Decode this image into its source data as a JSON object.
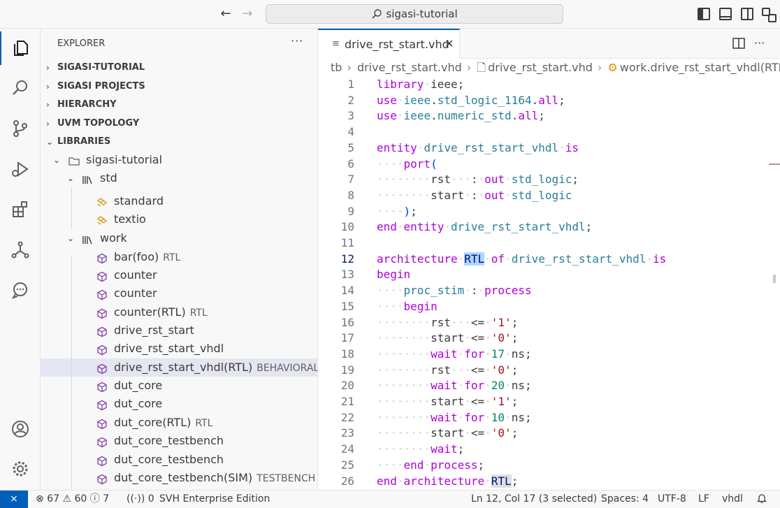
{
  "titlebar": {
    "search_text": "sigasi-tutorial",
    "back_glyph": "←",
    "forward_glyph": "→"
  },
  "activity": {
    "items": [
      "explorer-icon",
      "search-icon",
      "source-control-icon",
      "run-debug-icon",
      "extensions-icon",
      "sigasi-hierarchy-icon",
      "chat-icon"
    ],
    "bottom": [
      "account-icon",
      "settings-icon"
    ]
  },
  "explorer": {
    "title": "EXPLORER",
    "more": "···",
    "sections": [
      "SIGASI-TUTORIAL",
      "SIGASI PROJECTS",
      "HIERARCHY",
      "UVM TOPOLOGY",
      "LIBRARIES"
    ],
    "tree": [
      {
        "label": "sigasi-tutorial",
        "desc": "",
        "icon": "folder-icon",
        "chevron": "⌄"
      },
      {
        "label": "std",
        "desc": "",
        "icon": "library-icon",
        "chevron": "⌄"
      },
      {
        "label": "standard",
        "desc": "",
        "icon": "package-icon",
        "chevron": ""
      },
      {
        "label": "textio",
        "desc": "",
        "icon": "package-icon",
        "chevron": ""
      },
      {
        "label": "work",
        "desc": "",
        "icon": "library-icon",
        "chevron": "⌄"
      },
      {
        "label": "bar(foo)",
        "desc": "RTL",
        "icon": "entity-icon",
        "chevron": ""
      },
      {
        "label": "counter",
        "desc": "",
        "icon": "entity-icon",
        "chevron": ""
      },
      {
        "label": "counter",
        "desc": "",
        "icon": "entity-icon",
        "chevron": ""
      },
      {
        "label": "counter(RTL)",
        "desc": "RTL",
        "icon": "entity-icon",
        "chevron": ""
      },
      {
        "label": "drive_rst_start",
        "desc": "",
        "icon": "entity-icon",
        "chevron": ""
      },
      {
        "label": "drive_rst_start_vhdl",
        "desc": "",
        "icon": "entity-icon",
        "chevron": ""
      },
      {
        "label": "drive_rst_start_vhdl(RTL)",
        "desc": "BEHAVIORAL",
        "icon": "entity-icon",
        "chevron": ""
      },
      {
        "label": "dut_core",
        "desc": "",
        "icon": "entity-icon",
        "chevron": ""
      },
      {
        "label": "dut_core",
        "desc": "",
        "icon": "entity-icon",
        "chevron": ""
      },
      {
        "label": "dut_core(RTL)",
        "desc": "RTL",
        "icon": "entity-icon",
        "chevron": ""
      },
      {
        "label": "dut_core_testbench",
        "desc": "",
        "icon": "entity-icon",
        "chevron": ""
      },
      {
        "label": "dut_core_testbench",
        "desc": "",
        "icon": "entity-icon",
        "chevron": ""
      },
      {
        "label": "dut_core_testbench(SIM)",
        "desc": "TESTBENCH",
        "icon": "entity-icon",
        "chevron": ""
      }
    ]
  },
  "editor": {
    "tab_label": "drive_rst_start.vhd",
    "tab_close": "✕",
    "breadcrumbs": [
      "tb",
      "drive_rst_start.vhd",
      "drive_rst_start.vhd",
      "work.drive_rst_start_vhdl(RTL)"
    ],
    "current_line": 12,
    "lines": [
      {
        "n": "1",
        "parts": [
          [
            "kw",
            "library"
          ],
          [
            "ws",
            "·"
          ],
          [
            "pl",
            "ieee;"
          ]
        ]
      },
      {
        "n": "2",
        "parts": [
          [
            "kw",
            "use"
          ],
          [
            "ws",
            "·"
          ],
          [
            "id",
            "ieee"
          ],
          [
            "pl",
            "."
          ],
          [
            "id",
            "std_logic_1164"
          ],
          [
            "pl",
            "."
          ],
          [
            "kw",
            "all"
          ],
          [
            "pl",
            ";"
          ]
        ]
      },
      {
        "n": "3",
        "parts": [
          [
            "kw",
            "use"
          ],
          [
            "ws",
            "·"
          ],
          [
            "id",
            "ieee"
          ],
          [
            "pl",
            "."
          ],
          [
            "id",
            "numeric_std"
          ],
          [
            "pl",
            "."
          ],
          [
            "kw",
            "all"
          ],
          [
            "pl",
            ";"
          ]
        ]
      },
      {
        "n": "4",
        "parts": []
      },
      {
        "n": "5",
        "parts": [
          [
            "kw",
            "entity"
          ],
          [
            "ws",
            "·"
          ],
          [
            "id",
            "drive_rst_start_vhdl"
          ],
          [
            "ws",
            "·"
          ],
          [
            "kw",
            "is"
          ]
        ]
      },
      {
        "n": "6",
        "parts": [
          [
            "ws",
            "····"
          ],
          [
            "kw",
            "port"
          ],
          [
            "brk",
            "("
          ]
        ]
      },
      {
        "n": "7",
        "parts": [
          [
            "ws",
            "········"
          ],
          [
            "pl",
            "rst"
          ],
          [
            "ws",
            "···"
          ],
          [
            "pl",
            ":"
          ],
          [
            "ws",
            "·"
          ],
          [
            "kw",
            "out"
          ],
          [
            "ws",
            "·"
          ],
          [
            "ty",
            "std_logic"
          ],
          [
            "pl",
            ";"
          ]
        ]
      },
      {
        "n": "8",
        "parts": [
          [
            "ws",
            "········"
          ],
          [
            "pl",
            "start"
          ],
          [
            "ws",
            "·"
          ],
          [
            "pl",
            ":"
          ],
          [
            "ws",
            "·"
          ],
          [
            "kw",
            "out"
          ],
          [
            "ws",
            "·"
          ],
          [
            "ty",
            "std_logic"
          ]
        ]
      },
      {
        "n": "9",
        "parts": [
          [
            "ws",
            "····"
          ],
          [
            "brk",
            ")"
          ],
          [
            "pl",
            ";"
          ]
        ]
      },
      {
        "n": "10",
        "parts": [
          [
            "kw",
            "end"
          ],
          [
            "ws",
            "·"
          ],
          [
            "kw",
            "entity"
          ],
          [
            "ws",
            "·"
          ],
          [
            "id",
            "drive_rst_start_vhdl"
          ],
          [
            "pl",
            ";"
          ]
        ]
      },
      {
        "n": "11",
        "parts": []
      },
      {
        "n": "12",
        "parts": [
          [
            "kw",
            "architecture"
          ],
          [
            "ws",
            "·"
          ],
          [
            "hl",
            "RTL"
          ],
          [
            "ws",
            "·"
          ],
          [
            "kw",
            "of"
          ],
          [
            "ws",
            "·"
          ],
          [
            "id",
            "drive_rst_start_vhdl"
          ],
          [
            "ws",
            "·"
          ],
          [
            "kw",
            "is"
          ]
        ]
      },
      {
        "n": "13",
        "parts": [
          [
            "kw",
            "begin"
          ]
        ]
      },
      {
        "n": "14",
        "parts": [
          [
            "ws",
            "····"
          ],
          [
            "id",
            "proc_stim"
          ],
          [
            "ws",
            "·"
          ],
          [
            "pl",
            ":"
          ],
          [
            "ws",
            "·"
          ],
          [
            "kw",
            "process"
          ]
        ]
      },
      {
        "n": "15",
        "parts": [
          [
            "ws",
            "····"
          ],
          [
            "kw",
            "begin"
          ]
        ]
      },
      {
        "n": "16",
        "parts": [
          [
            "ws",
            "········"
          ],
          [
            "pl",
            "rst"
          ],
          [
            "ws",
            "···"
          ],
          [
            "pl",
            "<="
          ],
          [
            "ws",
            "·"
          ],
          [
            "str",
            "'1'"
          ],
          [
            "pl",
            ";"
          ]
        ]
      },
      {
        "n": "17",
        "parts": [
          [
            "ws",
            "········"
          ],
          [
            "pl",
            "start"
          ],
          [
            "ws",
            "·"
          ],
          [
            "pl",
            "<="
          ],
          [
            "ws",
            "·"
          ],
          [
            "str",
            "'0'"
          ],
          [
            "pl",
            ";"
          ]
        ]
      },
      {
        "n": "18",
        "parts": [
          [
            "ws",
            "········"
          ],
          [
            "kw",
            "wait"
          ],
          [
            "ws",
            "·"
          ],
          [
            "kw",
            "for"
          ],
          [
            "ws",
            "·"
          ],
          [
            "num",
            "17"
          ],
          [
            "ws",
            "·"
          ],
          [
            "pl",
            "ns;"
          ]
        ]
      },
      {
        "n": "19",
        "parts": [
          [
            "ws",
            "········"
          ],
          [
            "pl",
            "rst"
          ],
          [
            "ws",
            "···"
          ],
          [
            "pl",
            "<="
          ],
          [
            "ws",
            "·"
          ],
          [
            "str",
            "'0'"
          ],
          [
            "pl",
            ";"
          ]
        ]
      },
      {
        "n": "20",
        "parts": [
          [
            "ws",
            "········"
          ],
          [
            "kw",
            "wait"
          ],
          [
            "ws",
            "·"
          ],
          [
            "kw",
            "for"
          ],
          [
            "ws",
            "·"
          ],
          [
            "num",
            "20"
          ],
          [
            "ws",
            "·"
          ],
          [
            "pl",
            "ns;"
          ]
        ]
      },
      {
        "n": "21",
        "parts": [
          [
            "ws",
            "········"
          ],
          [
            "pl",
            "start"
          ],
          [
            "ws",
            "·"
          ],
          [
            "pl",
            "<="
          ],
          [
            "ws",
            "·"
          ],
          [
            "str",
            "'1'"
          ],
          [
            "pl",
            ";"
          ]
        ]
      },
      {
        "n": "22",
        "parts": [
          [
            "ws",
            "········"
          ],
          [
            "kw",
            "wait"
          ],
          [
            "ws",
            "·"
          ],
          [
            "kw",
            "for"
          ],
          [
            "ws",
            "·"
          ],
          [
            "num",
            "10"
          ],
          [
            "ws",
            "·"
          ],
          [
            "pl",
            "ns;"
          ]
        ]
      },
      {
        "n": "23",
        "parts": [
          [
            "ws",
            "········"
          ],
          [
            "pl",
            "start"
          ],
          [
            "ws",
            "·"
          ],
          [
            "pl",
            "<="
          ],
          [
            "ws",
            "·"
          ],
          [
            "str",
            "'0'"
          ],
          [
            "pl",
            ";"
          ]
        ]
      },
      {
        "n": "24",
        "parts": [
          [
            "ws",
            "········"
          ],
          [
            "kw",
            "wait"
          ],
          [
            "pl",
            ";"
          ]
        ]
      },
      {
        "n": "25",
        "parts": [
          [
            "ws",
            "····"
          ],
          [
            "kw",
            "end"
          ],
          [
            "ws",
            "·"
          ],
          [
            "kw",
            "process"
          ],
          [
            "pl",
            ";"
          ]
        ]
      },
      {
        "n": "26",
        "parts": [
          [
            "kw",
            "end"
          ],
          [
            "ws",
            "·"
          ],
          [
            "kw",
            "architecture"
          ],
          [
            "ws",
            "·"
          ],
          [
            "hl2",
            "RTL"
          ],
          [
            "pl",
            ";"
          ]
        ]
      }
    ]
  },
  "status": {
    "remote": "⨯",
    "errors": "67",
    "warnings": "60",
    "infos": "7",
    "ports": "0",
    "edition": "SVH Enterprise Edition",
    "position": "Ln 12, Col 17 (3 selected)",
    "spaces": "Spaces: 4",
    "encoding": "UTF-8",
    "eol": "LF",
    "language": "vhdl"
  }
}
